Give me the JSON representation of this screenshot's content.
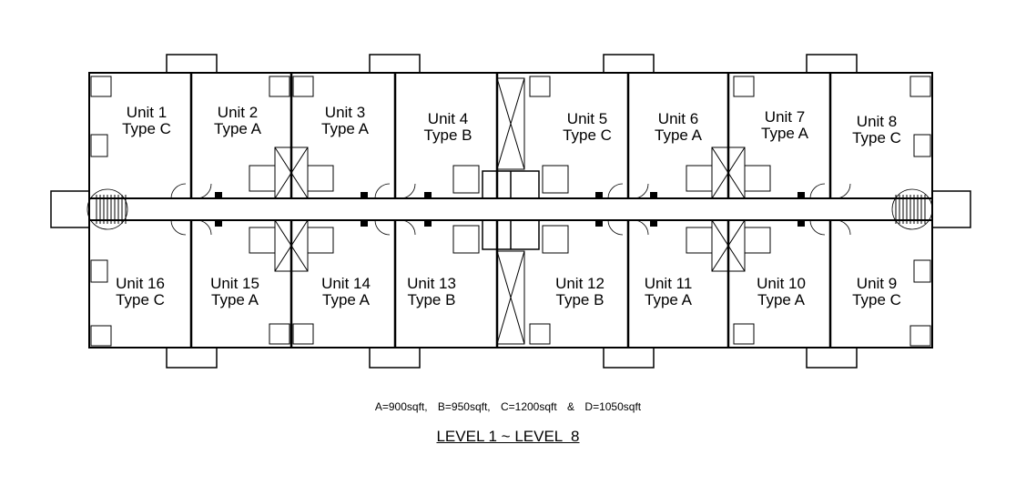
{
  "units": [
    {
      "unit": "Unit 1",
      "type": "Type C"
    },
    {
      "unit": "Unit 2",
      "type": "Type A"
    },
    {
      "unit": "Unit 3",
      "type": "Type A"
    },
    {
      "unit": "Unit 4",
      "type": "Type B"
    },
    {
      "unit": "Unit 5",
      "type": "Type C"
    },
    {
      "unit": "Unit 6",
      "type": "Type A"
    },
    {
      "unit": "Unit 7",
      "type": "Type A"
    },
    {
      "unit": "Unit 8",
      "type": "Type C"
    },
    {
      "unit": "Unit 9",
      "type": "Type C"
    },
    {
      "unit": "Unit 10",
      "type": "Type A"
    },
    {
      "unit": "Unit 11",
      "type": "Type A"
    },
    {
      "unit": "Unit 12",
      "type": "Type B"
    },
    {
      "unit": "Unit 13",
      "type": "Type B"
    },
    {
      "unit": "Unit 14",
      "type": "Type A"
    },
    {
      "unit": "Unit 15",
      "type": "Type A"
    },
    {
      "unit": "Unit 16",
      "type": "Type C"
    }
  ],
  "legend": {
    "a": "A=900sqft,",
    "b": "B=950sqft,",
    "c": "C=1200sqft",
    "amp": "&",
    "d": "D=1050sqft"
  },
  "level_title": "LEVEL 1 ~ LEVEL  8"
}
